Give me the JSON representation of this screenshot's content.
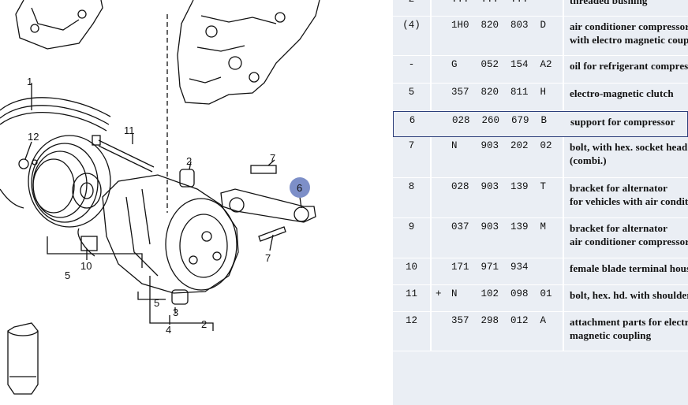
{
  "diagram": {
    "callouts": [
      {
        "id": "c1",
        "label": "1"
      },
      {
        "id": "c11",
        "label": "11"
      },
      {
        "id": "c12",
        "label": "12"
      },
      {
        "id": "c2a",
        "label": "2"
      },
      {
        "id": "c7a",
        "label": "7"
      },
      {
        "id": "c6",
        "label": "6"
      },
      {
        "id": "c7b",
        "label": "7"
      },
      {
        "id": "c10",
        "label": "10"
      },
      {
        "id": "c5a",
        "label": "5"
      },
      {
        "id": "c5b",
        "label": "5"
      },
      {
        "id": "c3",
        "label": "3"
      },
      {
        "id": "c4",
        "label": "4"
      },
      {
        "id": "c2b",
        "label": "2"
      }
    ],
    "highlight_color": "#7d8fc8"
  },
  "parts_table": {
    "rows": [
      {
        "pos": "2",
        "mark": "",
        "part": "...  ...  ...",
        "desc": "threaded bushing"
      },
      {
        "pos": "(4)",
        "mark": "",
        "part": "1H0  820  803  D",
        "desc": "air conditioner compressor",
        "desc2": "with electro magnetic coupling"
      },
      {
        "pos": "-",
        "mark": "",
        "part": "G    052  154  A2",
        "desc": "oil for refrigerant compressor"
      },
      {
        "pos": "5",
        "mark": "",
        "part": "357  820  811  H",
        "desc": "electro-magnetic clutch"
      },
      {
        "pos": "6",
        "mark": "",
        "part": "028  260  679  B",
        "desc": "support for compressor",
        "selected": true
      },
      {
        "pos": "7",
        "mark": "",
        "part": "N    903  202  02",
        "desc": "bolt, with hex. socket head",
        "desc2": "(combi.)"
      },
      {
        "pos": "8",
        "mark": "",
        "part": "028  903  139  T",
        "desc": "bracket for alternator",
        "desc2": "for vehicles with air conditioner"
      },
      {
        "pos": "9",
        "mark": "",
        "part": "037  903  139  M",
        "desc": "bracket for alternator",
        "desc2": "air conditioner compressor"
      },
      {
        "pos": "10",
        "mark": "",
        "part": "171  971  934",
        "desc": "female blade terminal housing"
      },
      {
        "pos": "11",
        "mark": "+",
        "part": "N    102  098  01",
        "desc": "bolt, hex. hd. with shoulder"
      },
      {
        "pos": "12",
        "mark": "",
        "part": "357  298  012  A",
        "desc": "attachment parts for electro",
        "desc2": "magnetic coupling"
      }
    ],
    "selection_border_color": "#2c3e7a",
    "background_color": "#eaeef4"
  }
}
